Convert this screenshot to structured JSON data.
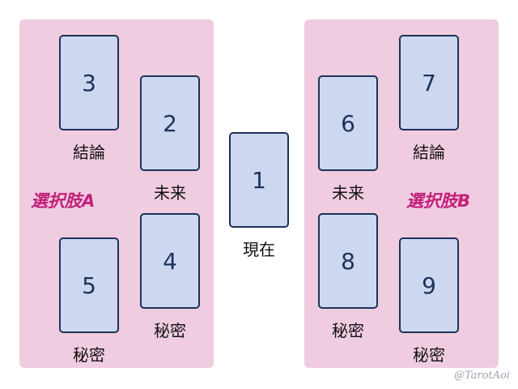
{
  "cards": [
    {
      "number": "1",
      "label": "現在"
    },
    {
      "number": "2",
      "label": "未来"
    },
    {
      "number": "3",
      "label": "結論"
    },
    {
      "number": "4",
      "label": "秘密"
    },
    {
      "number": "5",
      "label": "秘密"
    },
    {
      "number": "6",
      "label": "未来"
    },
    {
      "number": "7",
      "label": "結論"
    },
    {
      "number": "8",
      "label": "秘密"
    },
    {
      "number": "9",
      "label": "秘密"
    }
  ],
  "choices": {
    "a": "選択肢A",
    "b": "選択肢B"
  },
  "watermark": "@TarotAoi",
  "colors": {
    "panel": "#f0cce0",
    "card_fill": "#cdd8f0",
    "card_border": "#1d3159",
    "choice_text": "#c2207a"
  }
}
